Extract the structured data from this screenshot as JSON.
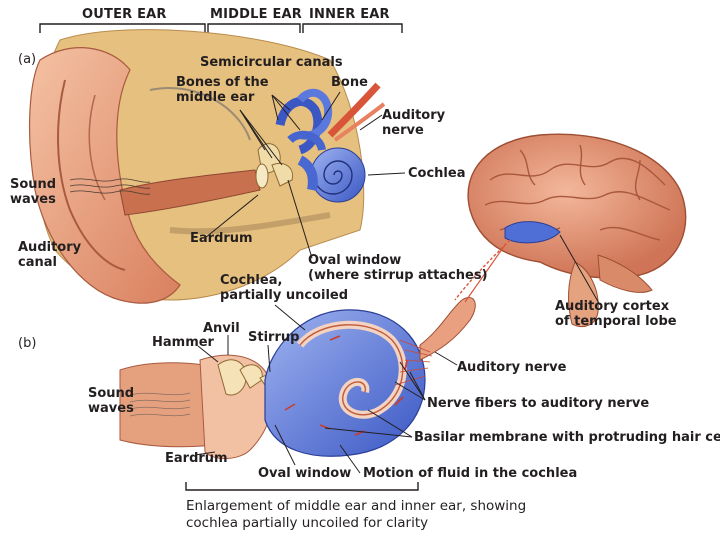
{
  "headers": {
    "outer_ear": "OUTER EAR",
    "middle_ear": "MIDDLE EAR",
    "inner_ear": "INNER EAR"
  },
  "panels": {
    "a": "(a)",
    "b": "(b)"
  },
  "labels_a": {
    "semicircular_canals": "Semicircular canals",
    "bones_middle_ear": "Bones of the\nmiddle ear",
    "bone": "Bone",
    "auditory_nerve": "Auditory\nnerve",
    "cochlea": "Cochlea",
    "sound_waves": "Sound\nwaves",
    "eardrum": "Eardrum",
    "auditory_canal": "Auditory\ncanal",
    "oval_window": "Oval window\n(where stirrup attaches)",
    "cochlea_uncoiled": "Cochlea,\npartially uncoiled",
    "auditory_cortex": "Auditory cortex\nof temporal lobe"
  },
  "labels_b": {
    "anvil": "Anvil",
    "hammer": "Hammer",
    "stirrup": "Stirrup",
    "auditory_nerve": "Auditory nerve",
    "sound_waves": "Sound\nwaves",
    "nerve_fibers": "Nerve fibers to auditory nerve",
    "basilar_membrane": "Basilar membrane with protruding hair cells",
    "eardrum": "Eardrum",
    "oval_window": "Oval window",
    "fluid_motion": "Motion of fluid in the cochlea"
  },
  "caption": "Enlargement of middle ear and inner ear, showing\ncochlea partially uncoiled for clarity",
  "colors": {
    "skin": "#e9a07e",
    "skin_dark": "#c96f4e",
    "bone": "#e8c98a",
    "cochlea_blue": "#4f6fd6",
    "nerve": "#d9553a",
    "brain": "#e79b78",
    "leader": "#231f20"
  }
}
